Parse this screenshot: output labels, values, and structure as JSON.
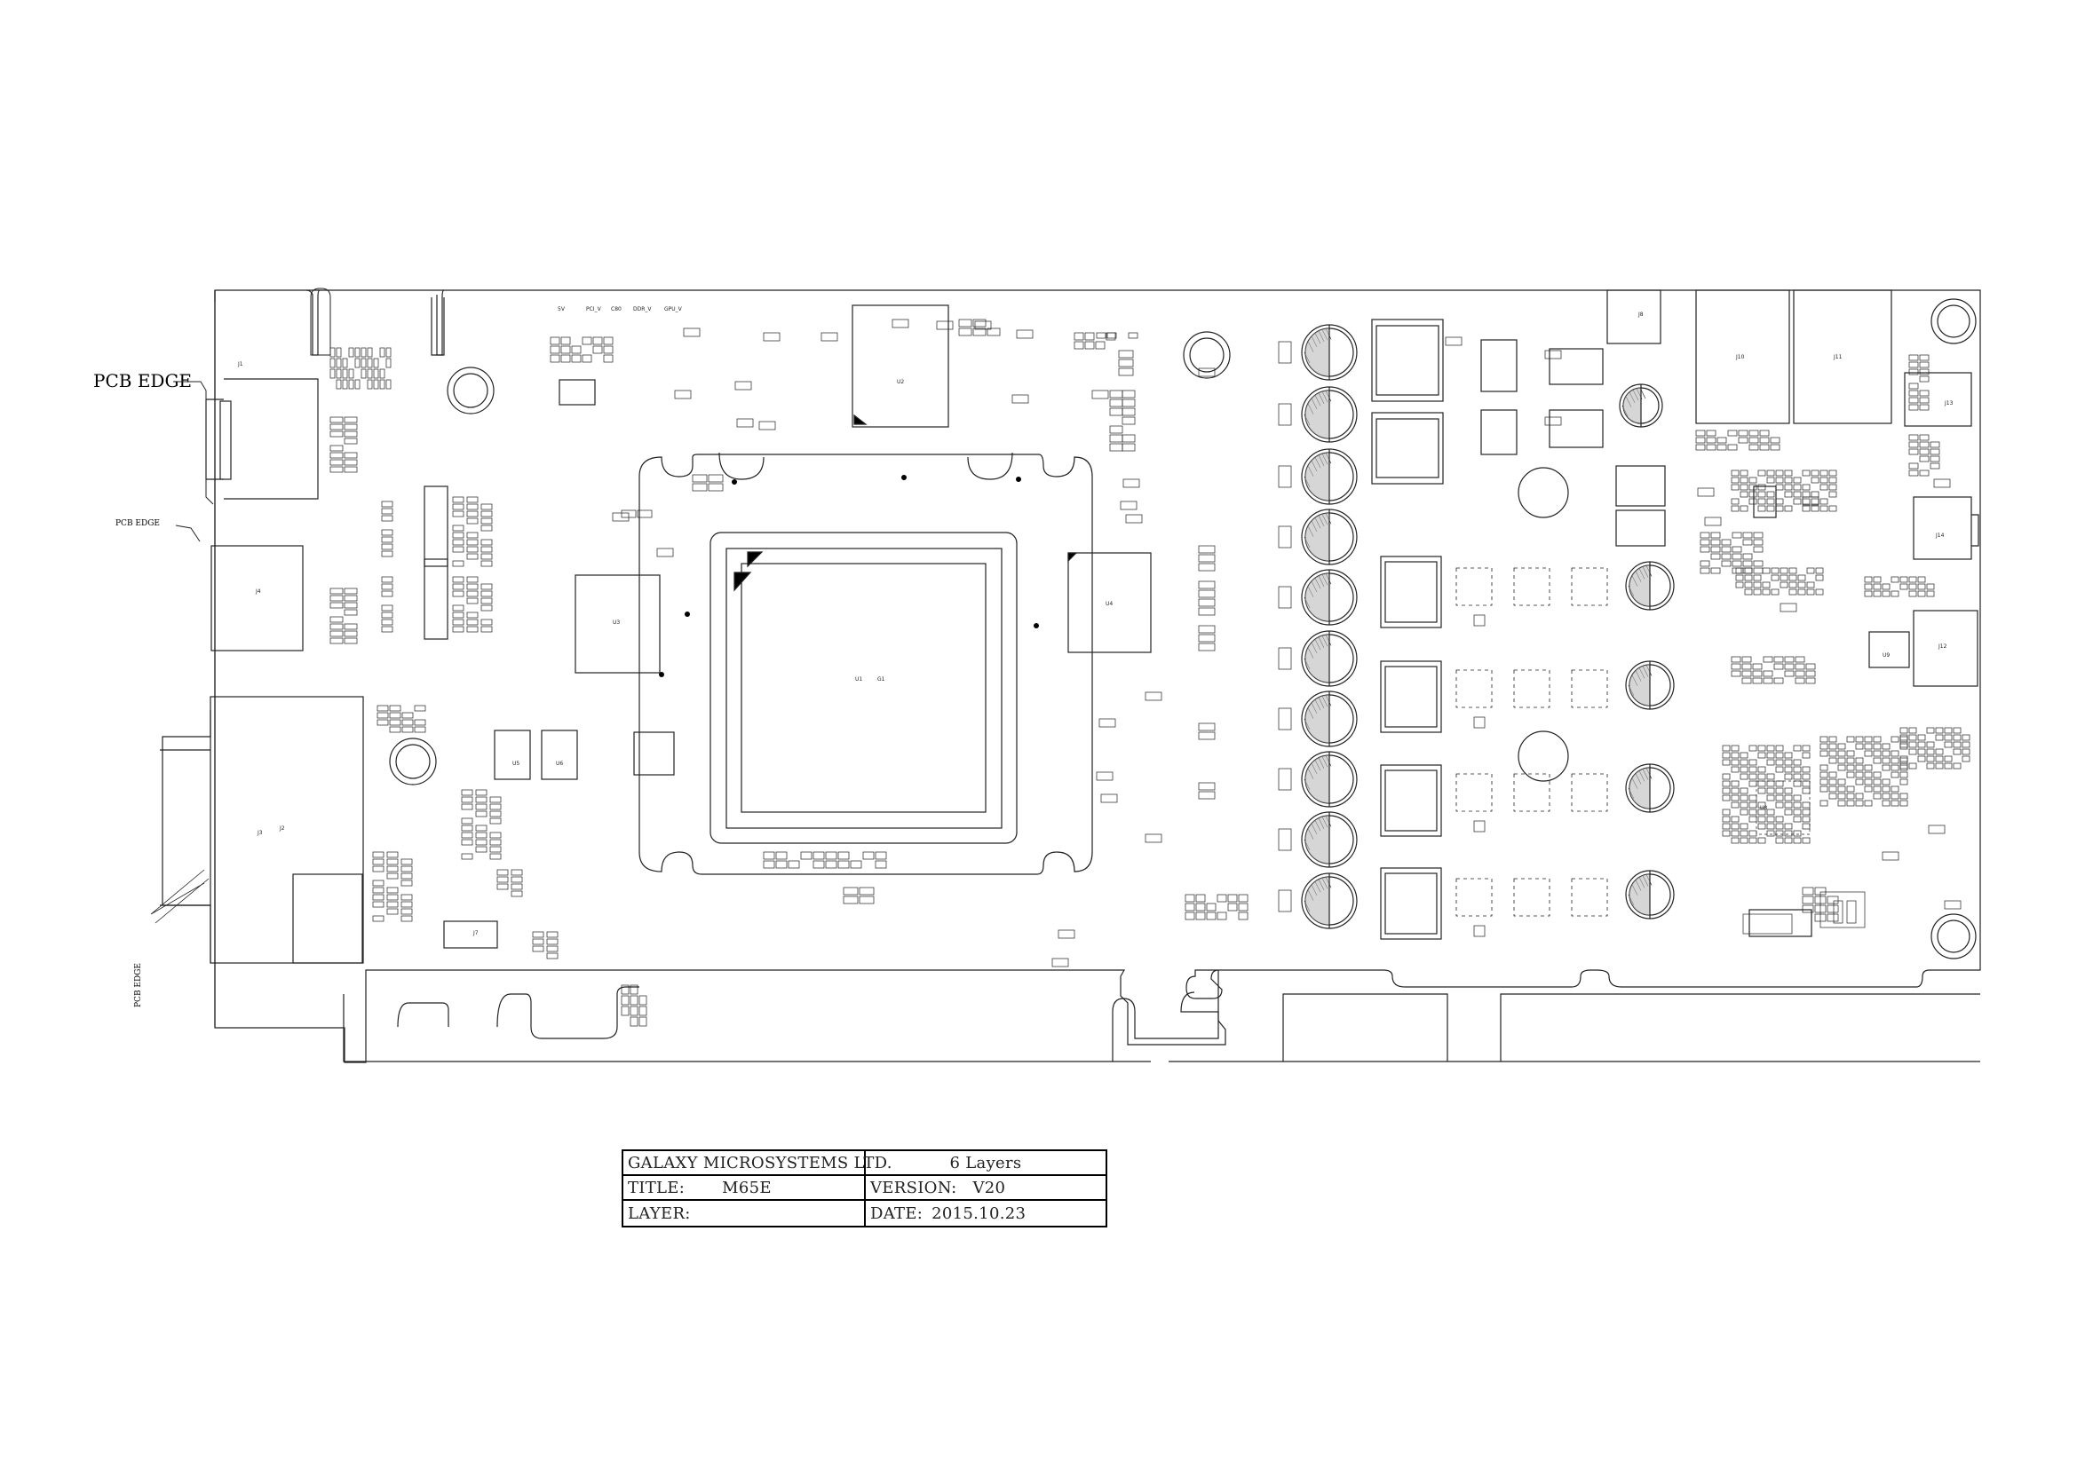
{
  "annotations": {
    "pcb_edge_top": "PCB EDGE",
    "pcb_edge_left": "PCB EDGE",
    "pcb_edge_vertical": "PCB EDGE"
  },
  "connectors": {
    "j1": "J1",
    "j2": "J2",
    "j3": "J3",
    "j4": "J4",
    "j10": "J10",
    "j11": "J11",
    "j12": "J12",
    "j13": "J13",
    "j14": "J14",
    "j7": "J7",
    "j8": "J8"
  },
  "chips": {
    "gpu": "U1",
    "gpu_sub": "G1",
    "u2": "U2",
    "u3": "U3",
    "u4": "U4",
    "u5": "U5",
    "u6": "U6",
    "u8": "U8",
    "u9": "U9"
  },
  "rail_labels": {
    "r1": "5V",
    "r2": "PCI_V",
    "r3": "C80",
    "r4": "DDR_V",
    "r5": "GPU_V"
  },
  "title_block": {
    "company": "GALAXY MICROSYSTEMS LTD.",
    "layers": "6 Layers",
    "title_label": "TITLE:",
    "title_value": "M65E",
    "version_label": "VERSION:",
    "version_value": "V20",
    "layer_label": "LAYER:",
    "date_label": "DATE:",
    "date_value": "2015.10.23"
  }
}
